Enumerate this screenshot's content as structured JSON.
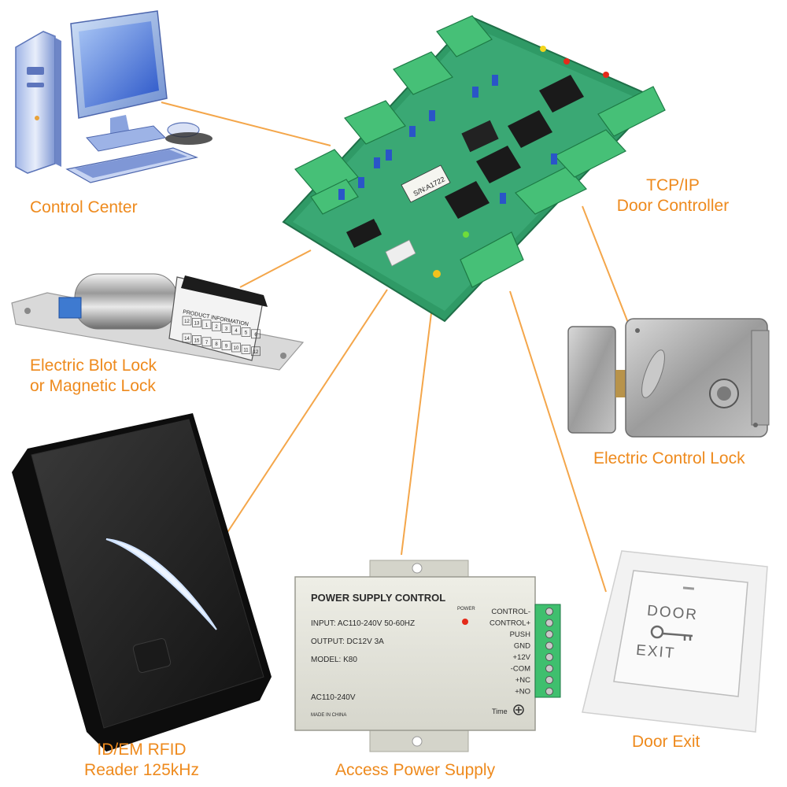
{
  "labels": {
    "control_center": "Control Center",
    "door_controller_line1": "TCP/IP",
    "door_controller_line2": "Door Controller",
    "bolt_lock_line1": "Electric Blot Lock",
    "bolt_lock_line2": "or Magnetic Lock",
    "control_lock": "Electric Control Lock",
    "rfid_line1": "ID/EM RFID",
    "rfid_line2": "Reader 125kHz",
    "power_supply": "Access Power Supply",
    "door_exit": "Door Exit"
  },
  "power_supply": {
    "title": "POWER SUPPLY CONTROL",
    "input": "INPUT: AC110-240V  50-60HZ",
    "output": "OUTPUT: DC12V  3A",
    "model": "MODEL: K80",
    "ac": "AC110-240V",
    "made_in": "MADE IN CHINA",
    "power_led": "POWER",
    "time": "Time",
    "terminals": [
      "CONTROL-",
      "CONTROL+",
      "PUSH",
      "GND",
      "+12V",
      "-COM",
      "+NC",
      "+NO"
    ]
  },
  "bolt_lock": {
    "info_title": "PRODUCT   INFORMATION",
    "row1": [
      "12",
      "13",
      "1",
      "2",
      "3",
      "4",
      "5",
      "6"
    ],
    "row2": [
      "14",
      "15",
      "7",
      "8",
      "9",
      "10",
      "11",
      "12"
    ]
  },
  "door_exit_button": {
    "top": "DOOR",
    "bottom": "EXIT"
  },
  "controller_board": {
    "serial": "S/N:A1722"
  },
  "colors": {
    "label": "#ee8a1d",
    "connector_line": "#f4a64a",
    "pcb": "#2f9a66",
    "terminal_block": "#3fbf6e"
  }
}
